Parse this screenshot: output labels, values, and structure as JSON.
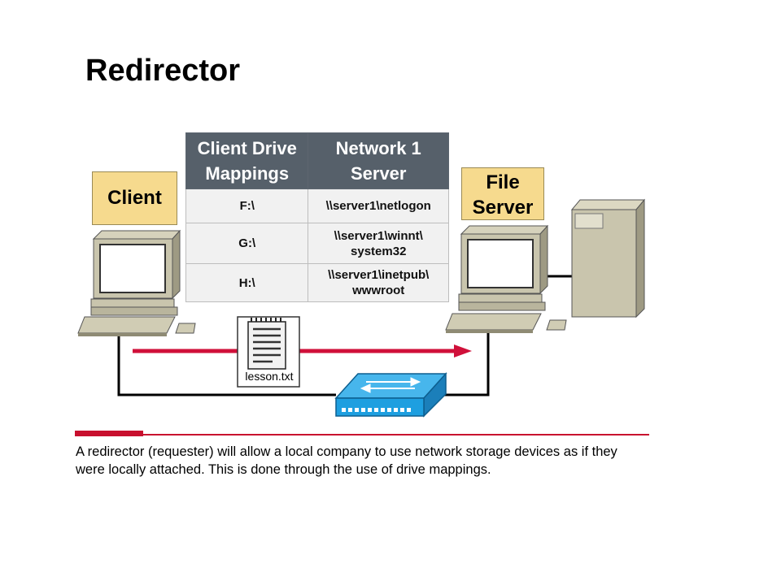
{
  "title": "Redirector",
  "labels": {
    "client": "Client",
    "file_server": "File Server"
  },
  "table": {
    "headers": [
      "Client Drive Mappings",
      "Network 1 Server"
    ],
    "rows": [
      {
        "drive": "F:\\",
        "path": "\\\\server1\\netlogon"
      },
      {
        "drive": "G:\\",
        "path": "\\\\server1\\winnt\\ system32"
      },
      {
        "drive": "H:\\",
        "path": "\\\\server1\\inetpub\\ wwwroot"
      }
    ]
  },
  "file_name": "lesson.txt",
  "description": "A redirector (requester) will allow a local company to use network storage devices as if they were locally attached. This is done through the use of drive mappings.",
  "colors": {
    "header_bg": "#56606a",
    "label_bg": "#f6da8e",
    "arrow": "#d0103a",
    "switch": "#1e9fe0",
    "rule": "#c8102e"
  },
  "icons": [
    "client-computer-icon",
    "server-computer-icon",
    "file-server-tower-icon",
    "document-icon",
    "network-switch-icon",
    "transfer-arrow-icon"
  ]
}
